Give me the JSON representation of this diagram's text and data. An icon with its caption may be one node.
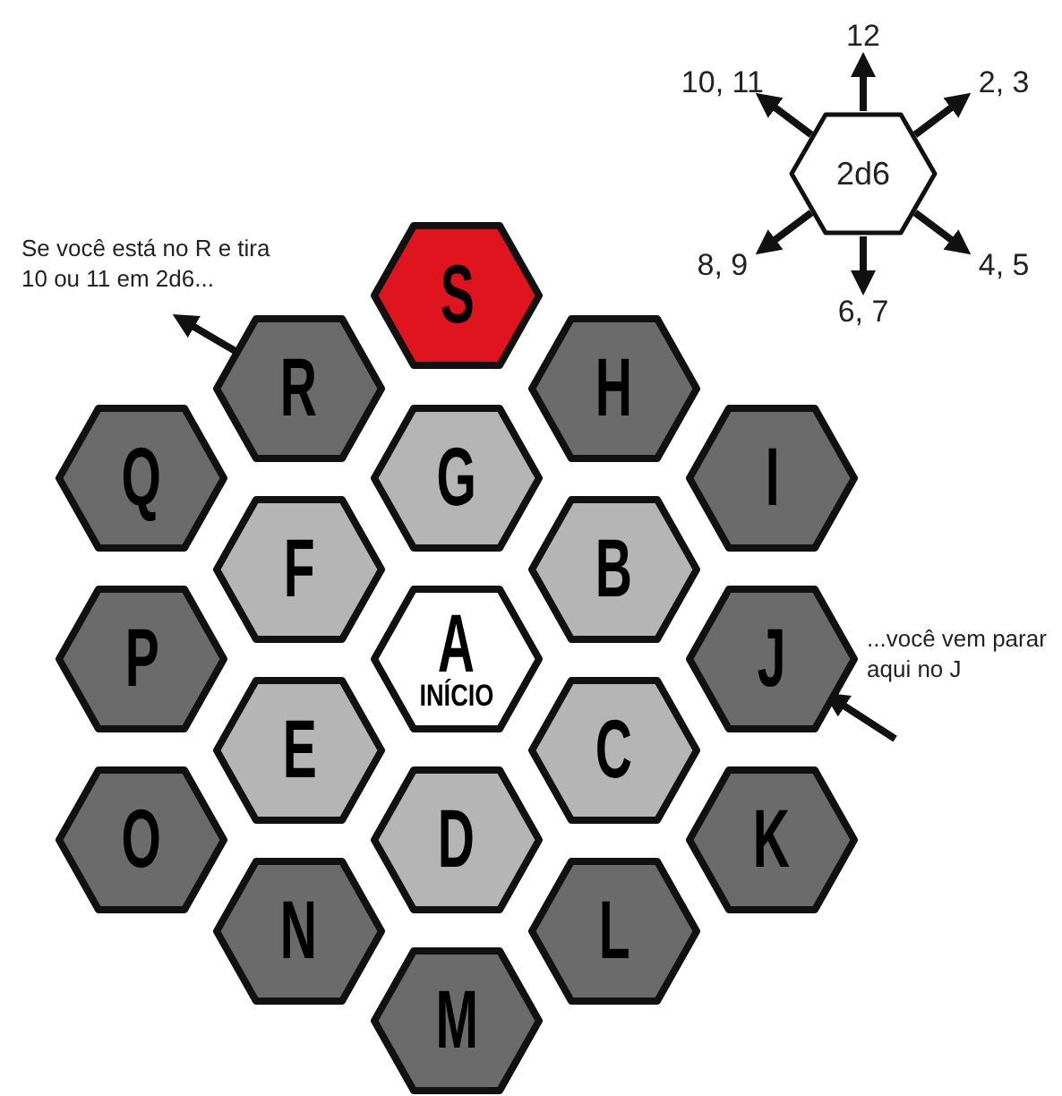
{
  "diagram": {
    "nodes": [
      {
        "text": [
          "S"
        ]
      },
      {
        "text": [
          "R"
        ]
      },
      {
        "text": [
          "H"
        ]
      },
      {
        "text": [
          "Q"
        ]
      },
      {
        "text": [
          "G"
        ]
      },
      {
        "text": [
          "I"
        ]
      },
      {
        "text": [
          "F"
        ]
      },
      {
        "text": [
          "B"
        ]
      },
      {
        "text": [
          "P"
        ]
      },
      {
        "text": [
          "A",
          "INÍCIO"
        ]
      },
      {
        "text": [
          "J"
        ]
      },
      {
        "text": [
          "E"
        ]
      },
      {
        "text": [
          "C"
        ]
      },
      {
        "text": [
          "O"
        ]
      },
      {
        "text": [
          "D"
        ]
      },
      {
        "text": [
          "K"
        ]
      },
      {
        "text": [
          "N"
        ]
      },
      {
        "text": [
          "L"
        ]
      },
      {
        "text": [
          "M"
        ]
      },
      {
        "text": [
          "2d6"
        ]
      }
    ],
    "edges": [
      {
        "from": 19,
        "to": null,
        "arrow": "to",
        "label": "12"
      },
      {
        "from": 19,
        "to": null,
        "arrow": "to",
        "label": "2, 3"
      },
      {
        "from": 19,
        "to": null,
        "arrow": "to",
        "label": "4, 5"
      },
      {
        "from": 19,
        "to": null,
        "arrow": "to",
        "label": "6, 7"
      },
      {
        "from": 19,
        "to": null,
        "arrow": "to",
        "label": "8, 9"
      },
      {
        "from": 19,
        "to": null,
        "arrow": "to",
        "label": "10, 11"
      },
      {
        "from": 1,
        "to": null,
        "arrow": "to"
      },
      {
        "from": null,
        "to": 10,
        "arrow": "to"
      }
    ],
    "labels": [
      "Se você está no R e tira 10 ou 11 em 2d6...",
      "...você vem parar aqui no J"
    ]
  }
}
